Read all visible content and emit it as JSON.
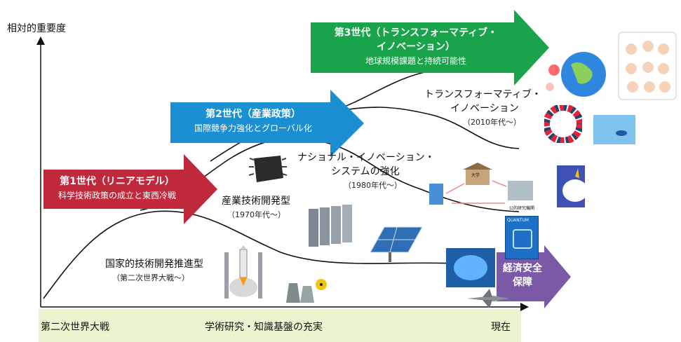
{
  "axis": {
    "y_label": "相対的重要度",
    "x_start": "第二次世界大戦",
    "x_mid": "学術研究・知識基盤の充実",
    "x_end": "現在"
  },
  "generations": {
    "gen1": {
      "title": "第1世代（リニアモデル）",
      "subtitle": "科学技術政策の成立と東西冷戦",
      "color": "#c0283c"
    },
    "gen2": {
      "title": "第2世代（産業政策）",
      "subtitle": "国際競争力強化とグローバル化",
      "color": "#1a8fd2"
    },
    "gen3": {
      "title_line1": "第3世代（トランスフォーマティブ・",
      "title_line2": "イノベーション）",
      "subtitle": "地球規模課題と持続可能性",
      "color": "#19a34a"
    },
    "security": {
      "line1": "経済安全",
      "line2": "保障",
      "color": "#7a5aa6"
    }
  },
  "curve_labels": {
    "state": {
      "title": "国家的技術開発推進型",
      "era": "（第二次世界大戦～）"
    },
    "industry": {
      "title": "産業技術開発型",
      "era": "（1970年代～）"
    },
    "nis": {
      "title_line1": "ナショナル・イノベーション・",
      "title_line2": "システムの強化",
      "era": "（1980年代～）"
    },
    "transform": {
      "title_line1": "トランスフォーマティブ・",
      "title_line2": "イノベーション",
      "era": "（2010年代～）"
    }
  },
  "illustration_text": {
    "university": "大学",
    "public_lab": "公的研究機関",
    "quantum": "QUANTUM"
  }
}
